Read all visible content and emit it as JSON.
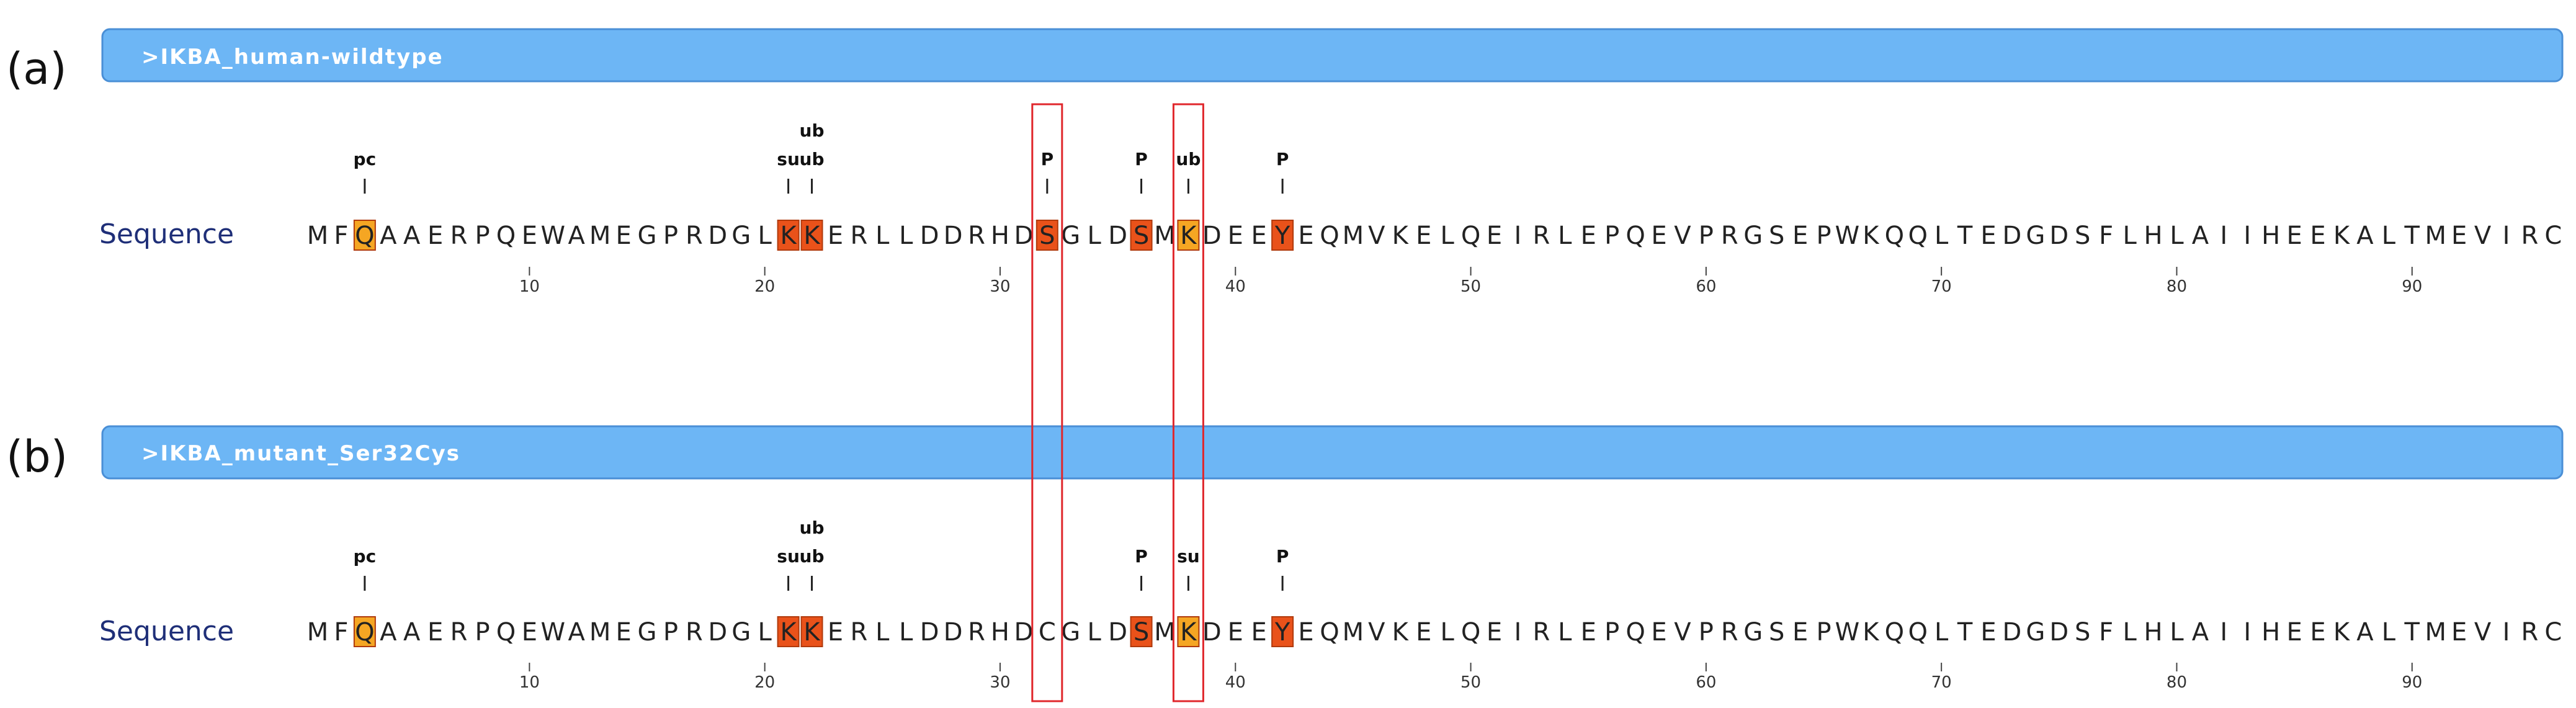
{
  "colors": {
    "bar_fill": "#6db6f5",
    "bar_stroke": "#4a8fd6",
    "sequence_label": "#1f2f78",
    "highlight_light": "#f5a623",
    "highlight_dark": "#e9521a",
    "highlight_border": "#b03a0c",
    "marker_box": "#e0262b"
  },
  "tick_numbers": [
    "10",
    "20",
    "30",
    "40",
    "50",
    "60",
    "70",
    "80",
    "90"
  ],
  "panels": [
    {
      "panel_label": "(a)",
      "header_title": ">IKBA_human-wildtype",
      "row_label": "Sequence",
      "sequence": "MFQAAERPQEWAMEGPRDGLKKERLLDDRHDSGLDSMKDEEYEQMVKELQEIRLEPQEVPRGSEPWKQQLTEDGDSFLHLAIIHEEKALTMEVIRC",
      "highlights": [
        {
          "position": 3,
          "shade": "light"
        },
        {
          "position": 21,
          "shade": "dark"
        },
        {
          "position": 22,
          "shade": "dark"
        },
        {
          "position": 32,
          "shade": "dark"
        },
        {
          "position": 36,
          "shade": "dark"
        },
        {
          "position": 38,
          "shade": "light"
        },
        {
          "position": 42,
          "shade": "dark"
        }
      ],
      "annotations": [
        {
          "position": 3,
          "lines": [
            "pc"
          ]
        },
        {
          "position": 21,
          "lines": [
            "su"
          ]
        },
        {
          "position": 22,
          "lines": [
            "ub",
            "ub"
          ]
        },
        {
          "position": 32,
          "lines": [
            "P"
          ]
        },
        {
          "position": 36,
          "lines": [
            "P"
          ]
        },
        {
          "position": 38,
          "lines": [
            "ub"
          ]
        },
        {
          "position": 42,
          "lines": [
            "P"
          ]
        }
      ]
    },
    {
      "panel_label": "(b)",
      "header_title": ">IKBA_mutant_Ser32Cys",
      "row_label": "Sequence",
      "sequence": "MFQAAERPQEWAMEGPRDGLKKERLLDDRHDCGLDSMKDEEYEQMVKELQEIRLEPQEVPRGSEPWKQQLTEDGDSFLHLAIIHEEKALTMEVIRC",
      "highlights": [
        {
          "position": 3,
          "shade": "light"
        },
        {
          "position": 21,
          "shade": "dark"
        },
        {
          "position": 22,
          "shade": "dark"
        },
        {
          "position": 36,
          "shade": "dark"
        },
        {
          "position": 38,
          "shade": "light"
        },
        {
          "position": 42,
          "shade": "dark"
        }
      ],
      "annotations": [
        {
          "position": 3,
          "lines": [
            "pc"
          ]
        },
        {
          "position": 21,
          "lines": [
            "su"
          ]
        },
        {
          "position": 22,
          "lines": [
            "ub",
            "ub"
          ]
        },
        {
          "position": 36,
          "lines": [
            "P"
          ]
        },
        {
          "position": 38,
          "lines": [
            "su"
          ]
        },
        {
          "position": 42,
          "lines": [
            "P"
          ]
        }
      ]
    }
  ],
  "boxed_positions": [
    32,
    38
  ]
}
